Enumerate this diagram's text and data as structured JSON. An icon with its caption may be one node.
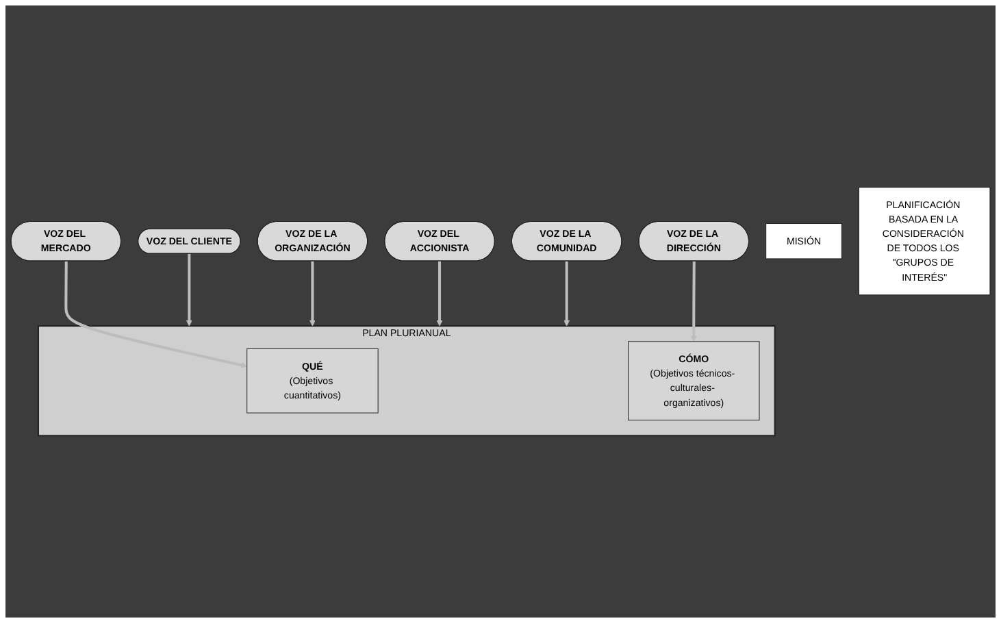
{
  "diagram": {
    "nodes": [
      {
        "text": [
          "PLAN PLURIANUAL"
        ]
      },
      {
        "text": [
          "QUÉ",
          "(Objetivos cuantitativos)"
        ],
        "in": 0
      },
      {
        "text": [
          "CÓMO",
          "(Objetivos técnicos- culturales- organizativos)"
        ],
        "in": 0
      },
      {
        "text": [
          "VOZ DEL MERCADO"
        ]
      },
      {
        "text": [
          "VOZ DE LA DIRECCIÓN"
        ]
      },
      {
        "text": [
          "VOZ DEL CLIENTE"
        ]
      },
      {
        "text": [
          "VOZ DE LA ORGANIZACIÓN"
        ]
      },
      {
        "text": [
          "VOZ DEL ACCIONISTA"
        ]
      },
      {
        "text": [
          "VOZ DE LA COMUNIDAD"
        ]
      },
      {
        "text": [
          "MISIÓN"
        ]
      },
      {
        "text": [
          "PLANIFICACIÓN BASADA EN LA CONSIDERACIÓN DE TODOS LOS \"GRUPOS DE INTERÉS\""
        ]
      }
    ],
    "edges": [
      {
        "from": 3,
        "to": 1,
        "arrow": "to"
      },
      {
        "from": 4,
        "to": 2,
        "arrow": "to"
      },
      {
        "from": 5,
        "to": 0,
        "arrow": "to"
      },
      {
        "from": 6,
        "to": 0,
        "arrow": "to"
      },
      {
        "from": 7,
        "to": 0,
        "arrow": "to"
      },
      {
        "from": 8,
        "to": 0,
        "arrow": "to"
      }
    ]
  }
}
